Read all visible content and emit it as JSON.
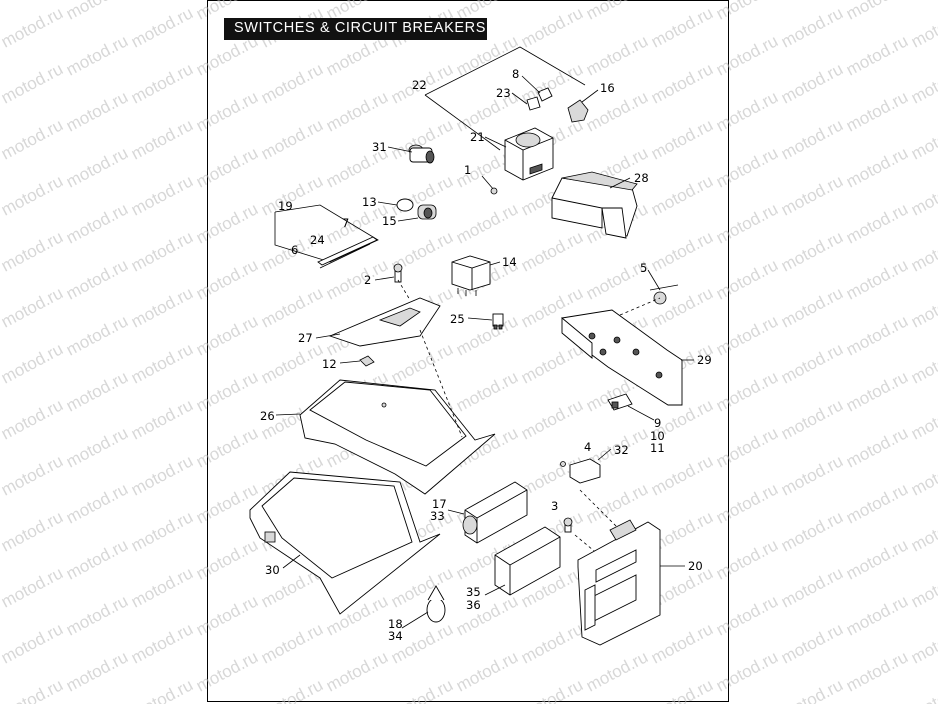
{
  "diagram": {
    "title": "SWITCHES & CIRCUIT BREAKERS",
    "watermark": "motod.ru",
    "callouts": {
      "c22": "22",
      "c8": "8",
      "c23": "23",
      "c16": "16",
      "c21": "21",
      "c31": "31",
      "c1": "1",
      "c28": "28",
      "c13": "13",
      "c15": "15",
      "c19": "19",
      "c7": "7",
      "c6": "6",
      "c24": "24",
      "c14": "14",
      "c2": "2",
      "c5": "5",
      "c25": "25",
      "c27": "27",
      "c29": "29",
      "c12": "12",
      "c26": "26",
      "c9": "9",
      "c10": "10",
      "c11": "11",
      "c4": "4",
      "c32": "32",
      "c17": "17",
      "c33": "33",
      "c3": "3",
      "c20": "20",
      "c30": "30",
      "c35": "35",
      "c36": "36",
      "c18": "18",
      "c34": "34"
    }
  }
}
